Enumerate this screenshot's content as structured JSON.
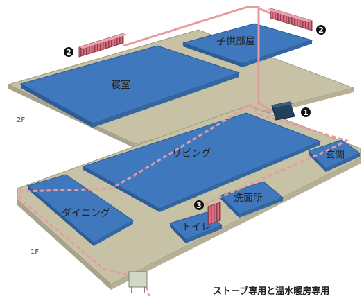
{
  "rooms": {
    "bedroom": "寝室",
    "kids_room": "子供部屋",
    "living": "リビング",
    "entrance": "玄関",
    "dining": "ダイニング",
    "washroom": "洗面所",
    "toilet": "トイレ"
  },
  "floors": {
    "second": "2F",
    "first": "1F"
  },
  "markers": {
    "boiler": "1",
    "panel_heater": "2",
    "toilet_heater": "3"
  },
  "caption": "ストーブ専用と温水暖房専用",
  "colors": {
    "floor_plate": "#c7c2a6",
    "room_floor": "#3f78bd",
    "pipe": "#e89aa0",
    "heater": "#d96f80",
    "boiler": "#24405f",
    "marker": "#111111"
  }
}
